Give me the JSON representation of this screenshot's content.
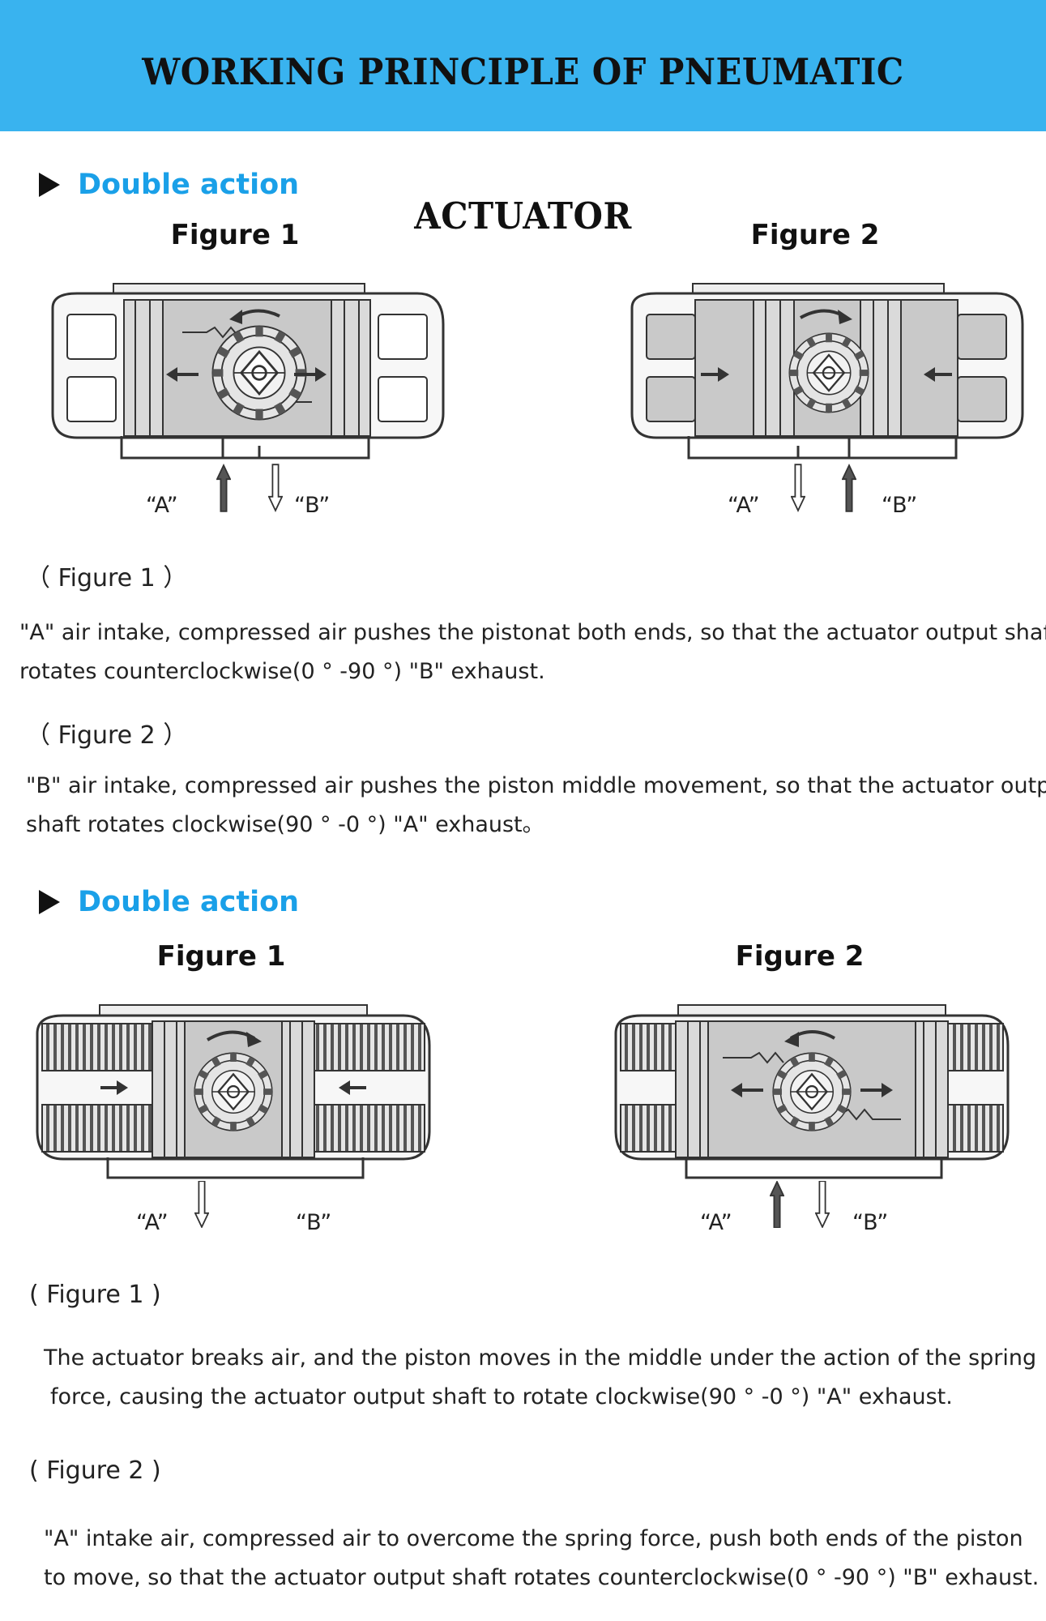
{
  "header": {
    "title": "WORKING PRINCIPLE OF PNEUMATIC ACTUATOR"
  },
  "sections": [
    {
      "title": "Double action",
      "figures": [
        {
          "title": "Figure 1",
          "port_a": "“A”",
          "port_b": "“B”"
        },
        {
          "title": "Figure 2",
          "port_a": "“A”",
          "port_b": "“B”"
        }
      ],
      "descriptions": [
        {
          "caption": "（ Figure 1 ）",
          "line1": "\"A\" air intake, compressed air pushes the pistonat both ends, so that the actuator output shaft",
          "line2": "rotates counterclockwise(0 ° -90 °) \"B\" exhaust."
        },
        {
          "caption": "（ Figure 2 ）",
          "line1": "\"B\" air intake, compressed air pushes the piston middle movement, so that the actuator output",
          "line2": "shaft rotates clockwise(90 ° -0 °) \"A\" exhaust。"
        }
      ]
    },
    {
      "title": "Double action",
      "figures": [
        {
          "title": "Figure 1",
          "port_a": "“A”",
          "port_b": "“B”"
        },
        {
          "title": "Figure 2",
          "port_a": "“A”",
          "port_b": "“B”"
        }
      ],
      "descriptions": [
        {
          "caption": "( Figure 1 )",
          "line1": "The actuator breaks air, and the piston moves in the middle under the action of the spring",
          "line2": "force, causing the actuator output shaft to rotate clockwise(90 ° -0 °) \"A\" exhaust."
        },
        {
          "caption": "( Figure 2 )",
          "line1": "\"A\" intake air, compressed air to overcome the spring force, push both ends of the piston",
          "line2": "to move, so that the actuator output shaft rotates counterclockwise(0 ° -90 °) \"B\" exhaust."
        }
      ]
    }
  ],
  "colors": {
    "banner": "#39b3ef",
    "section_title": "#1aa0e8",
    "chamber": "#c9c9c9",
    "line": "#333333"
  }
}
